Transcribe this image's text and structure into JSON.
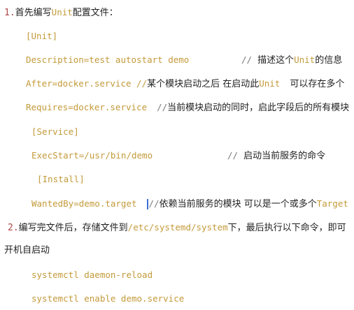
{
  "step1": {
    "number": "1.",
    "text_a": "首先编写",
    "code": "Unit",
    "text_b": "配置文件："
  },
  "lines": {
    "unit_header": "[Unit]",
    "description_code": "Description=test autostart demo",
    "description_slashes": "//",
    "description_text_a": "描述这个",
    "description_code2": "Unit",
    "description_text_b": "的信息",
    "after_code": "After=docker.service //",
    "after_text_a": "某个模块启动之后 在启动此",
    "after_code2": "Unit",
    "after_text_b": "可以存在多个",
    "requires_code": "Requires=docker.service",
    "requires_slashes": "//",
    "requires_text": "当前模块启动的同时，启此字段后的所有模块",
    "service_header": "[Service]",
    "execstart_code": "ExecStart=/usr/bin/demo",
    "execstart_slashes": "//",
    "execstart_text": "启动当前服务的命令",
    "install_header": "[Install]",
    "wantedby_code": "WantedBy=demo.target",
    "wantedby_slashes": "//",
    "wantedby_text": "依赖当前服务的模块 可以是一个或多个",
    "wantedby_code2": "Target"
  },
  "step2": {
    "number": "2.",
    "text_a": "编写完文件后，存储文件到",
    "path": "/etc/systemd/system",
    "text_b": "下，最后执行以下命令，即可",
    "text_c": "开机自启动"
  },
  "commands": {
    "reload": "systemctl daemon-reload",
    "enable": "systemctl enable demo.service"
  },
  "colors": {
    "code": "#c39a3a",
    "number": "#b04a4a",
    "cursor": "#3b6fd8"
  }
}
